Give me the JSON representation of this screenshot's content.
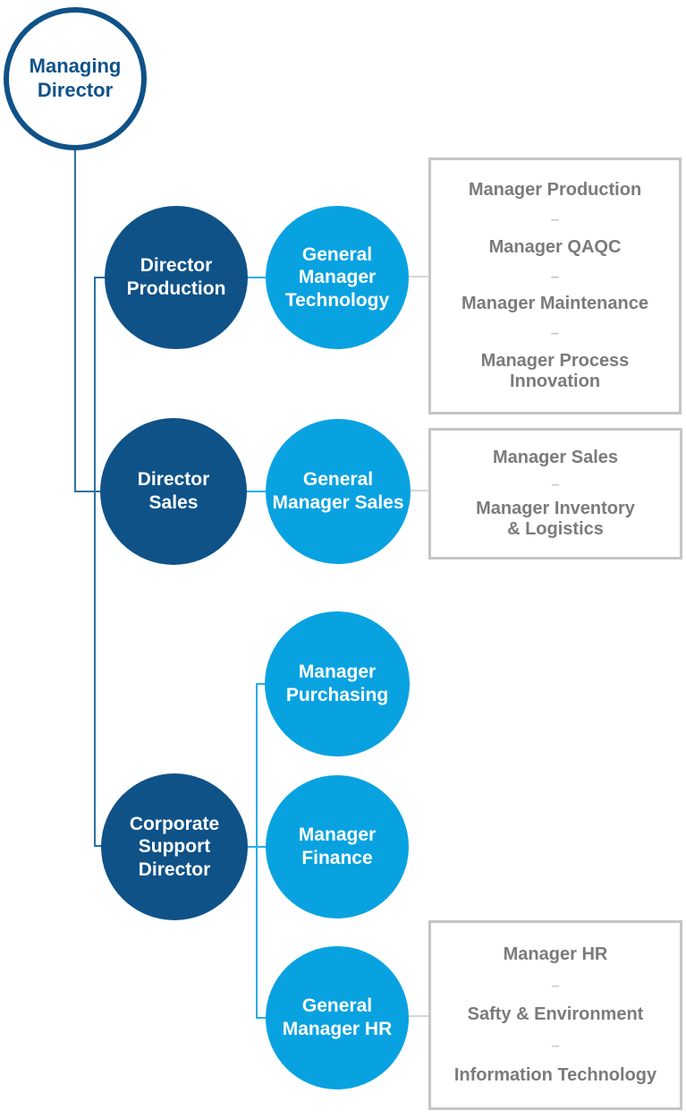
{
  "palette": {
    "dark_blue": "#0f5288",
    "light_blue": "#09a2e1",
    "steel_line": "#2f6f9f",
    "light_blue_line": "#2aaee5",
    "gray_line": "#d6d6d6",
    "box_border": "#c5c5c5",
    "box_text": "#7b7b7b"
  },
  "separator": "–",
  "nodes": {
    "managing_director": {
      "label": "Managing\nDirector"
    },
    "director_production": {
      "label": "Director\nProduction"
    },
    "gm_technology": {
      "label": "General\nManager\nTechnology"
    },
    "director_sales": {
      "label": "Director\nSales"
    },
    "gm_sales": {
      "label": "General\nManager Sales"
    },
    "manager_purchasing": {
      "label": "Manager\nPurchasing"
    },
    "corporate_support": {
      "label": "Corporate\nSupport\nDirector"
    },
    "manager_finance": {
      "label": "Manager\nFinance"
    },
    "gm_hr": {
      "label": "General\nManager HR"
    }
  },
  "boxes": {
    "production": {
      "items": [
        "Manager Production",
        "Manager QAQC",
        "Manager Maintenance",
        "Manager Process\nInnovation"
      ]
    },
    "sales": {
      "items": [
        "Manager Sales",
        "Manager Inventory\n& Logistics"
      ]
    },
    "hr": {
      "items": [
        "Manager HR",
        "Safty & Environment",
        "Information Technology"
      ]
    }
  }
}
